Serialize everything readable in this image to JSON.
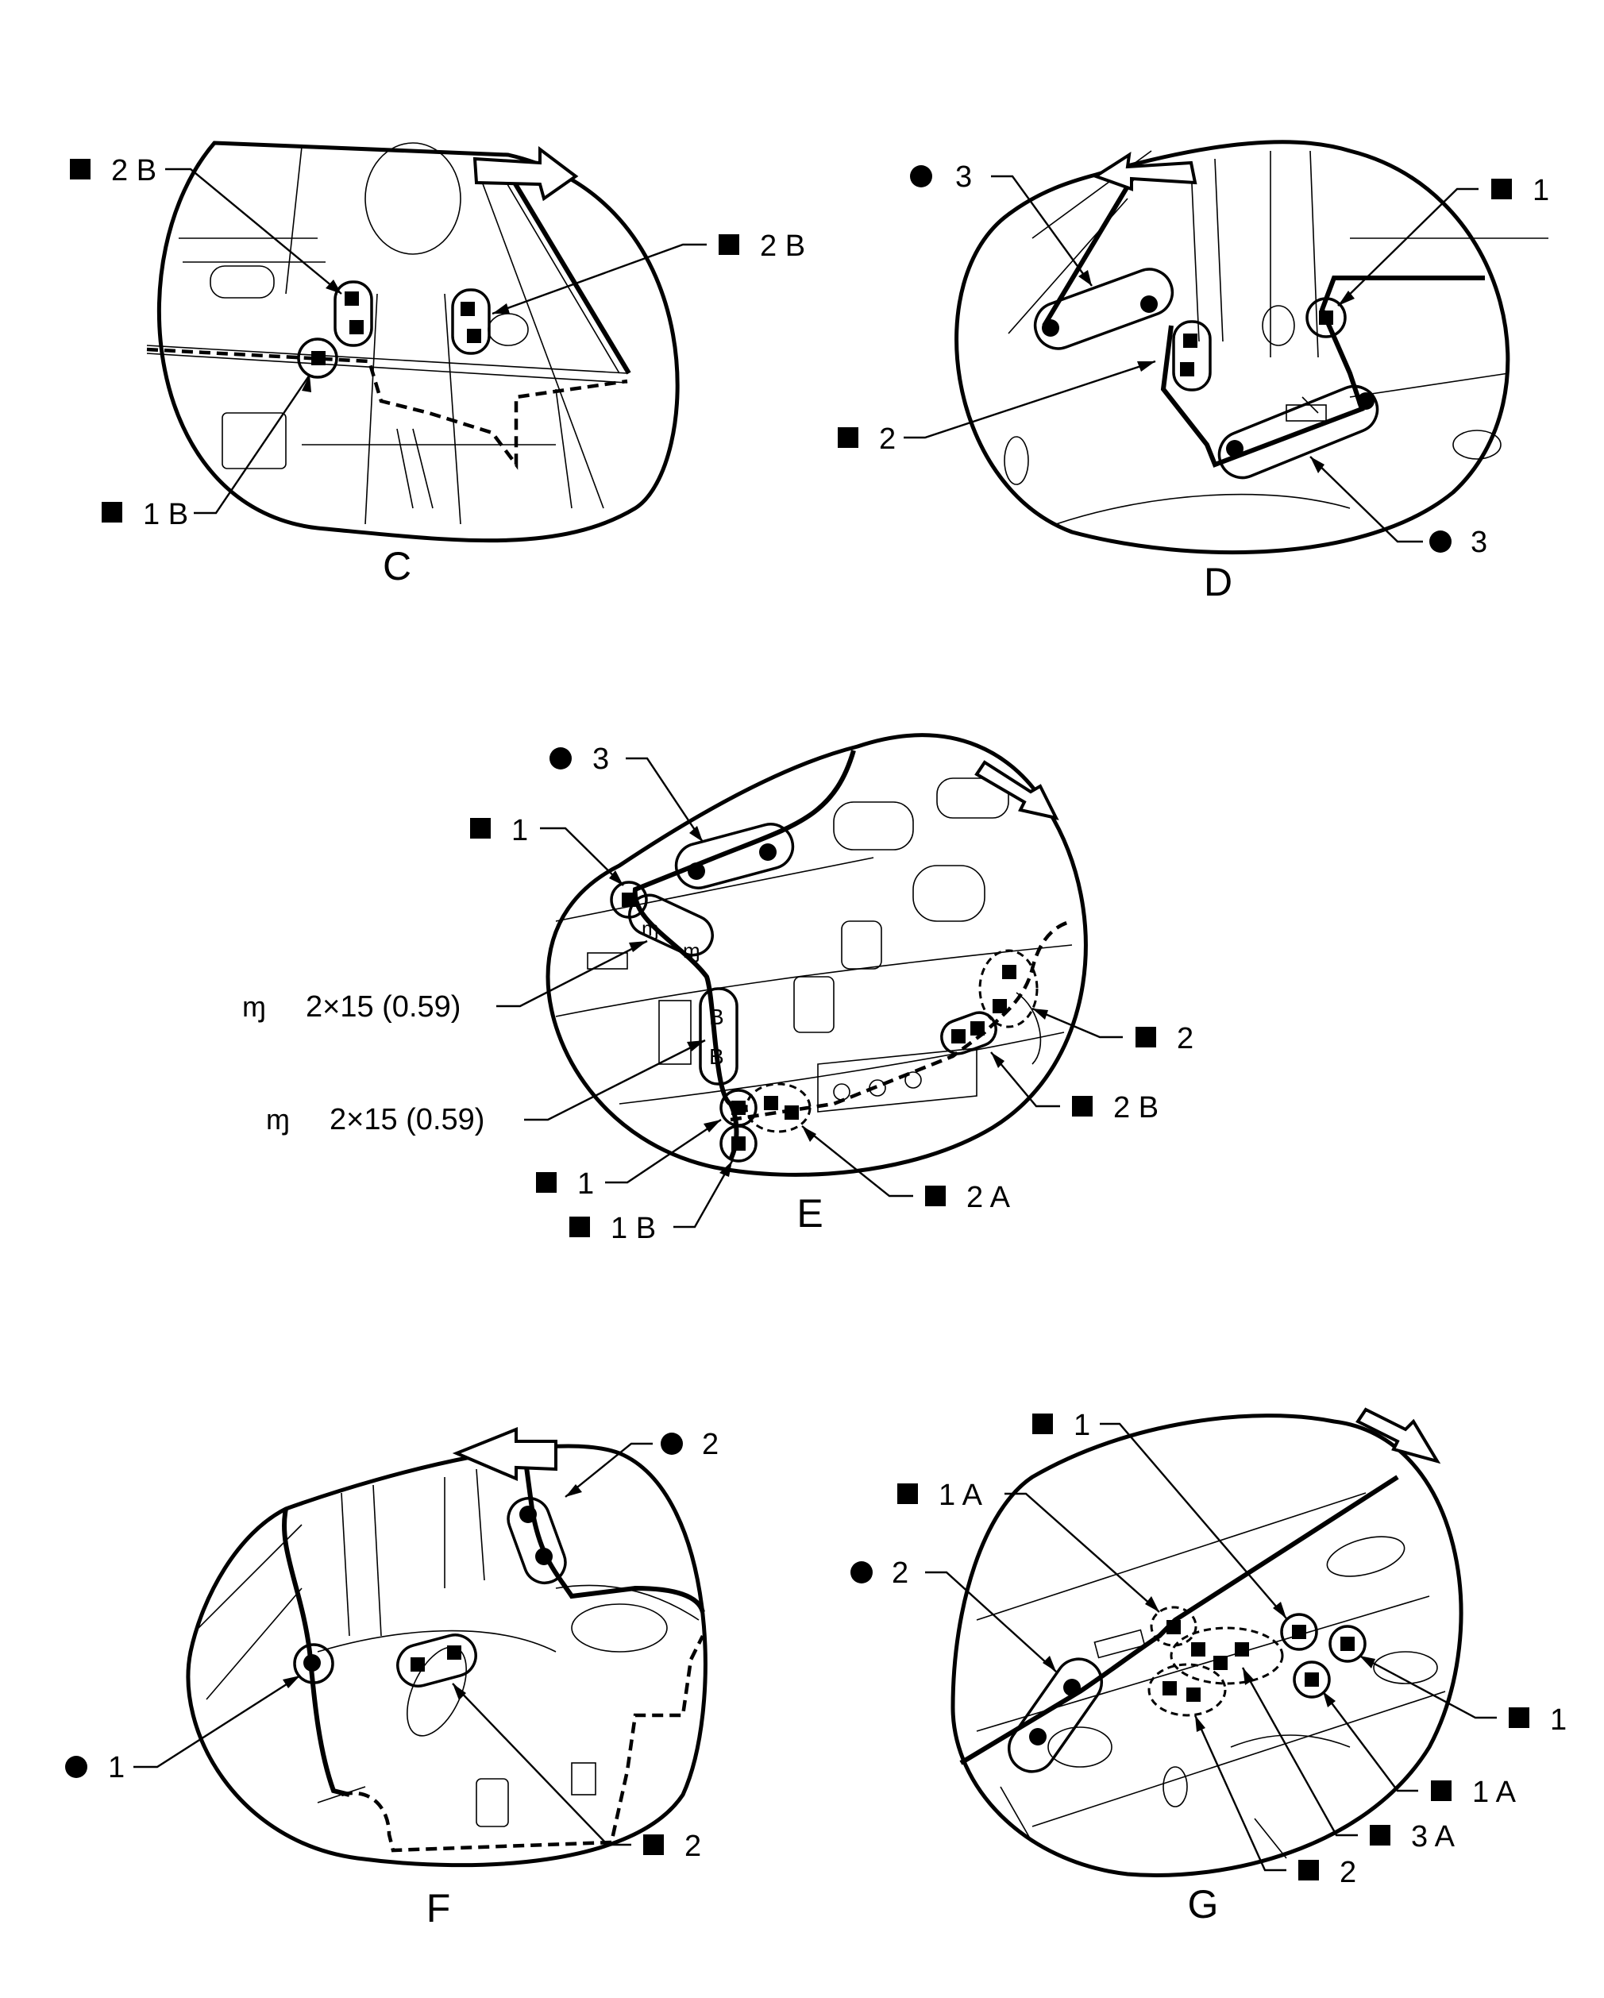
{
  "views": {
    "C": {
      "name": "C",
      "labels": {
        "tl": "2 B",
        "tr": "2 B",
        "bl": "1 B"
      }
    },
    "D": {
      "name": "D",
      "labels": {
        "tl": "3",
        "tr": "1",
        "ml": "2",
        "br": "3"
      }
    },
    "E": {
      "name": "E",
      "labels": {
        "top": "3",
        "one": "1",
        "bolt1": "2×15 (0.59)",
        "bolt2": "2×15 (0.59)",
        "r2": "2",
        "r2b": "2 B",
        "one_low": "1",
        "two_a": "2 A",
        "one_b": "1 B"
      }
    },
    "F": {
      "name": "F",
      "labels": {
        "tr": "2",
        "bl": "1",
        "br": "2"
      }
    },
    "G": {
      "name": "G",
      "labels": {
        "top1": "1",
        "one_a": "1 A",
        "two": "2",
        "r1": "1",
        "r1a": "1 A",
        "r3a": "3 A",
        "b2": "2"
      }
    }
  },
  "icons": {
    "square_marker": "square-marker-icon",
    "circle_marker": "circle-marker-icon",
    "bolt": "bolt-icon"
  }
}
